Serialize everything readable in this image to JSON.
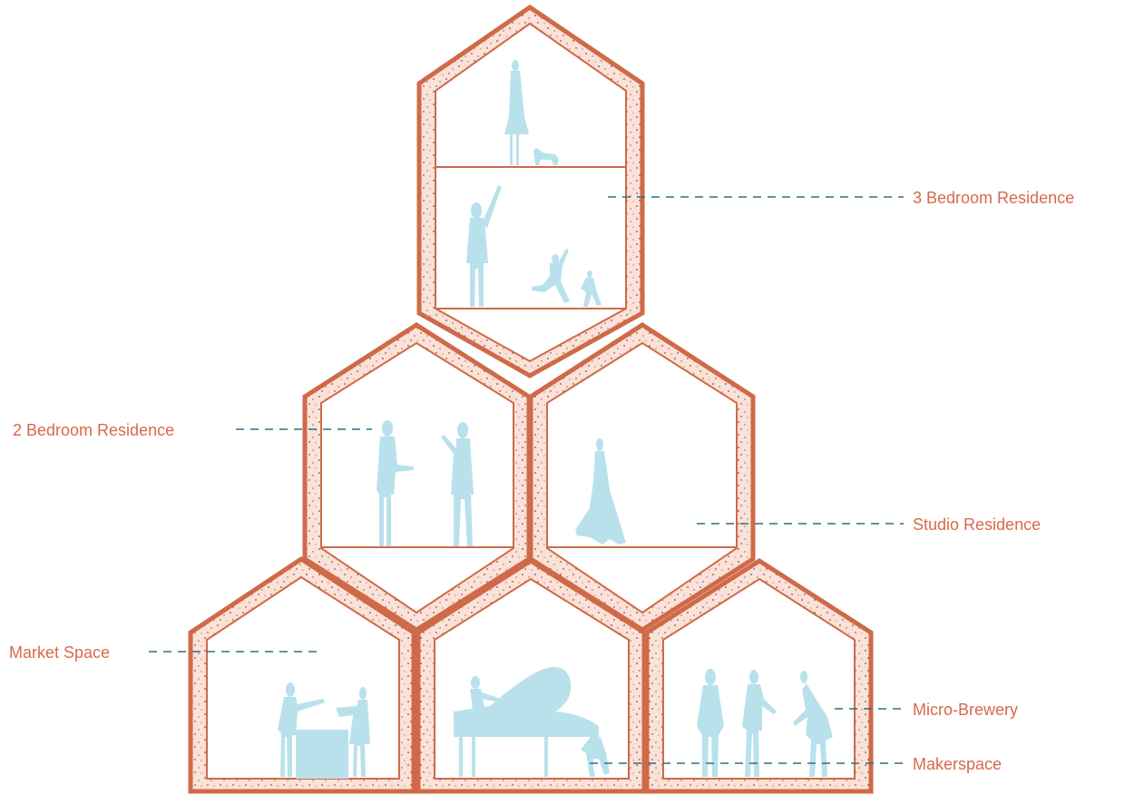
{
  "colors": {
    "wall_outer": "#cf6a48",
    "wall_fill": "#fbe1d8",
    "speckle": "#4a2a20",
    "figure": "#b9e1ec",
    "leader": "#2f6f86",
    "label": "#d9694a"
  },
  "labels": {
    "three_bedroom": "3 Bedroom Residence",
    "two_bedroom": "2 Bedroom Residence",
    "studio": "Studio Residence",
    "market": "Market Space",
    "brewery": "Micro-Brewery",
    "makerspace": "Makerspace"
  }
}
